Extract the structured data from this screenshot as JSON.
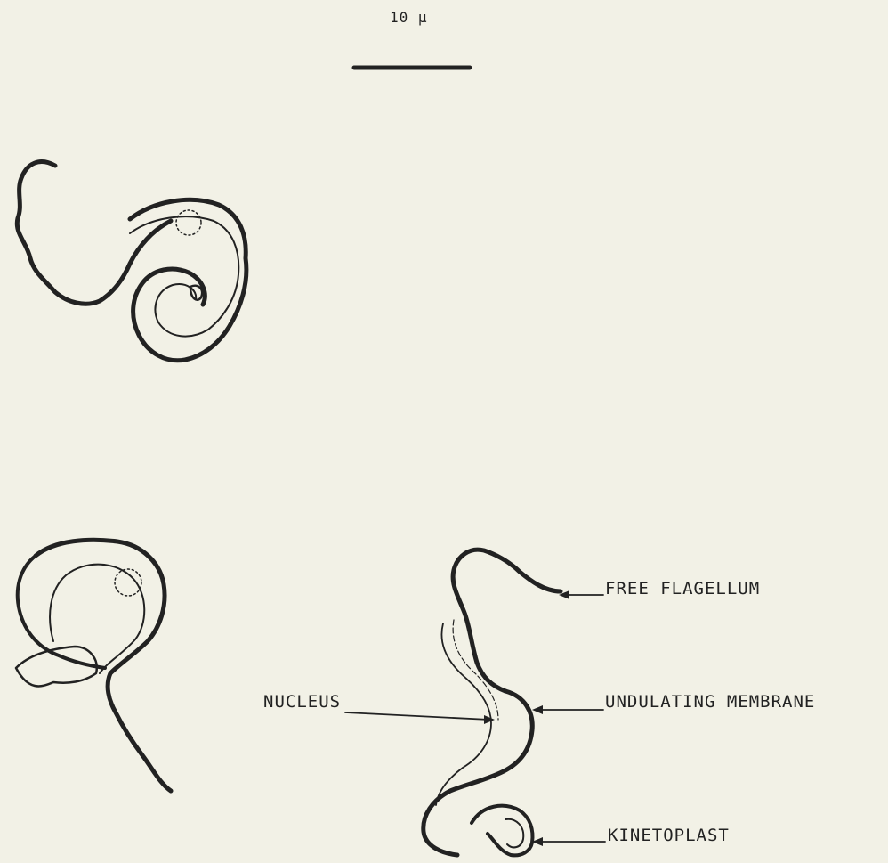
{
  "scale_bar": {
    "label": "10 µ"
  },
  "labels": {
    "free_flagellum": "FREE FLAGELLUM",
    "undulating_membrane": "UNDULATING MEMBRANE",
    "nucleus": "NUCLEUS",
    "kinetoplast": "KINETOPLAST"
  },
  "colors": {
    "background": "#f2f1e6",
    "ink": "#222222"
  }
}
